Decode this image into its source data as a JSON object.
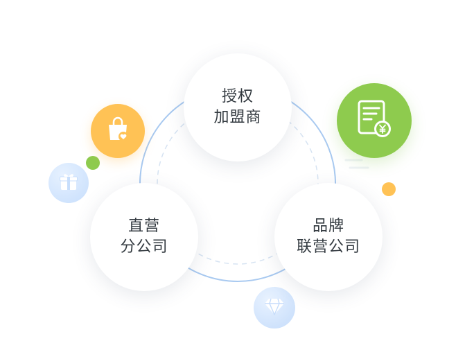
{
  "diagram": {
    "nodes": {
      "top": {
        "line1": "授权",
        "line2": "加盟商"
      },
      "left": {
        "line1": "直营",
        "line2": "分公司"
      },
      "right": {
        "line1": "品牌",
        "line2": "联营公司"
      }
    },
    "icons": {
      "bag": "shopping-bag-heart-icon",
      "gift": "gift-icon",
      "invoice": "invoice-yen-icon",
      "diamond": "diamond-icon"
    },
    "colors": {
      "orange": "#ffc255",
      "green": "#8ecb4e",
      "light_blue": "#c7defc",
      "ring": "#a8c9f0",
      "text": "#333a40"
    }
  }
}
